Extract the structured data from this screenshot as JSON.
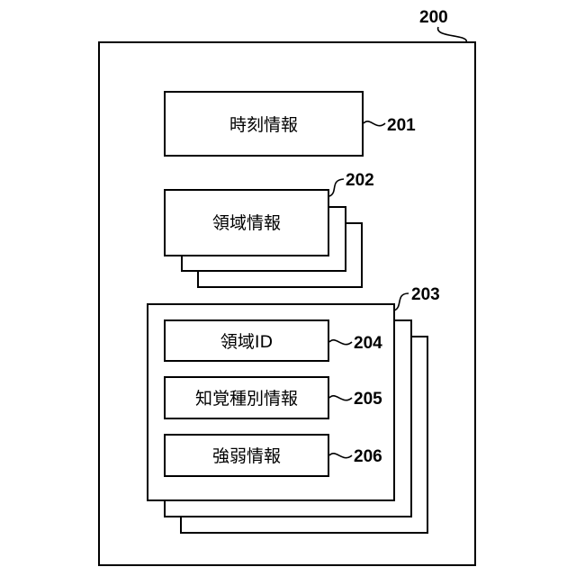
{
  "figure": {
    "container_ref": "200",
    "time_info": {
      "label": "時刻情報",
      "ref": "201"
    },
    "area_info": {
      "label": "領域情報",
      "ref": "202"
    },
    "stack_ref": "203",
    "area_id": {
      "label": "領域ID",
      "ref": "204"
    },
    "perception_type_info": {
      "label": "知覚種別情報",
      "ref": "205"
    },
    "intensity_info": {
      "label": "強弱情報",
      "ref": "206"
    }
  }
}
